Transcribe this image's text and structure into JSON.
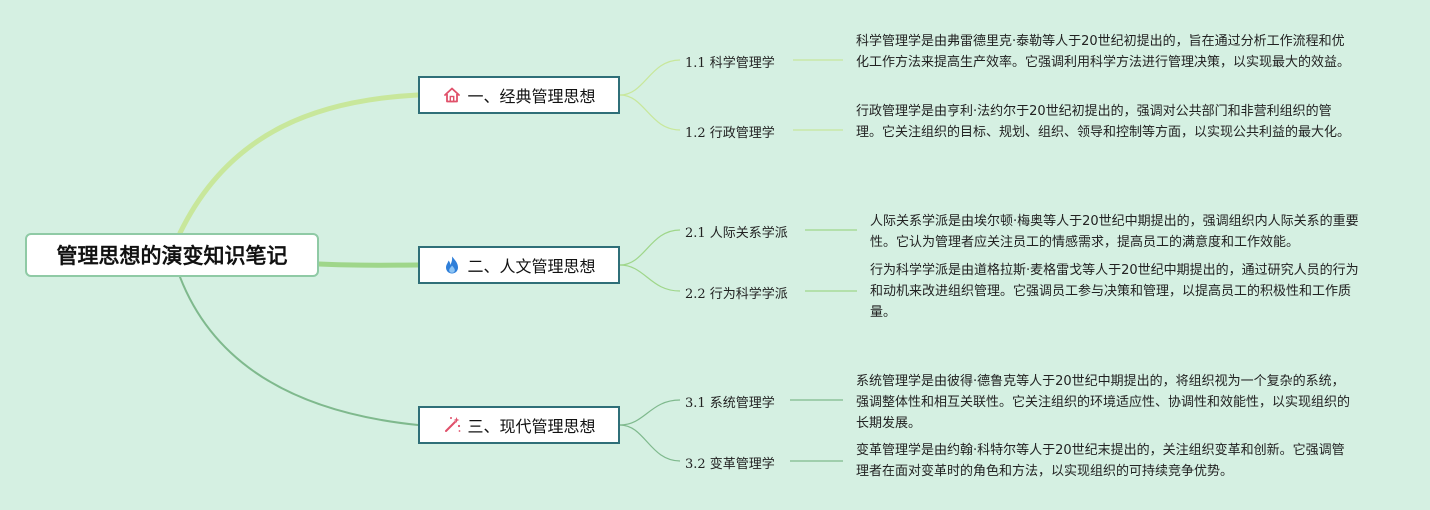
{
  "root": {
    "title": "管理思想的演变知识笔记"
  },
  "colors": {
    "background": "#d5f0e2",
    "branch_border": "#2f6f78",
    "link_1": "#c8e79b",
    "link_2": "#9fd68a",
    "link_3": "#7fb98d"
  },
  "branches": [
    {
      "label": "一、经典管理思想",
      "icon": "house-icon",
      "items": [
        {
          "label": "1.1 科学管理学",
          "desc": "科学管理学是由弗雷德里克·泰勒等人于20世纪初提出的，旨在通过分析工作流程和优化工作方法来提高生产效率。它强调利用科学方法进行管理决策，以实现最大的效益。"
        },
        {
          "label": "1.2 行政管理学",
          "desc": "行政管理学是由亨利·法约尔于20世纪初提出的，强调对公共部门和非营利组织的管理。它关注组织的目标、规划、组织、领导和控制等方面，以实现公共利益的最大化。"
        }
      ]
    },
    {
      "label": "二、人文管理思想",
      "icon": "flame-icon",
      "items": [
        {
          "label": "2.1 人际关系学派",
          "desc": "人际关系学派是由埃尔顿·梅奥等人于20世纪中期提出的，强调组织内人际关系的重要性。它认为管理者应关注员工的情感需求，提高员工的满意度和工作效能。"
        },
        {
          "label": "2.2 行为科学学派",
          "desc": "行为科学学派是由道格拉斯·麦格雷戈等人于20世纪中期提出的，通过研究人员的行为和动机来改进组织管理。它强调员工参与决策和管理，以提高员工的积极性和工作质量。"
        }
      ]
    },
    {
      "label": "三、现代管理思想",
      "icon": "magic-wand-icon",
      "items": [
        {
          "label": "3.1 系统管理学",
          "desc": "系统管理学是由彼得·德鲁克等人于20世纪中期提出的，将组织视为一个复杂的系统，强调整体性和相互关联性。它关注组织的环境适应性、协调性和效能性，以实现组织的长期发展。"
        },
        {
          "label": "3.2 变革管理学",
          "desc": "变革管理学是由约翰·科特尔等人于20世纪末提出的，关注组织变革和创新。它强调管理者在面对变革时的角色和方法，以实现组织的可持续竞争优势。"
        }
      ]
    }
  ]
}
